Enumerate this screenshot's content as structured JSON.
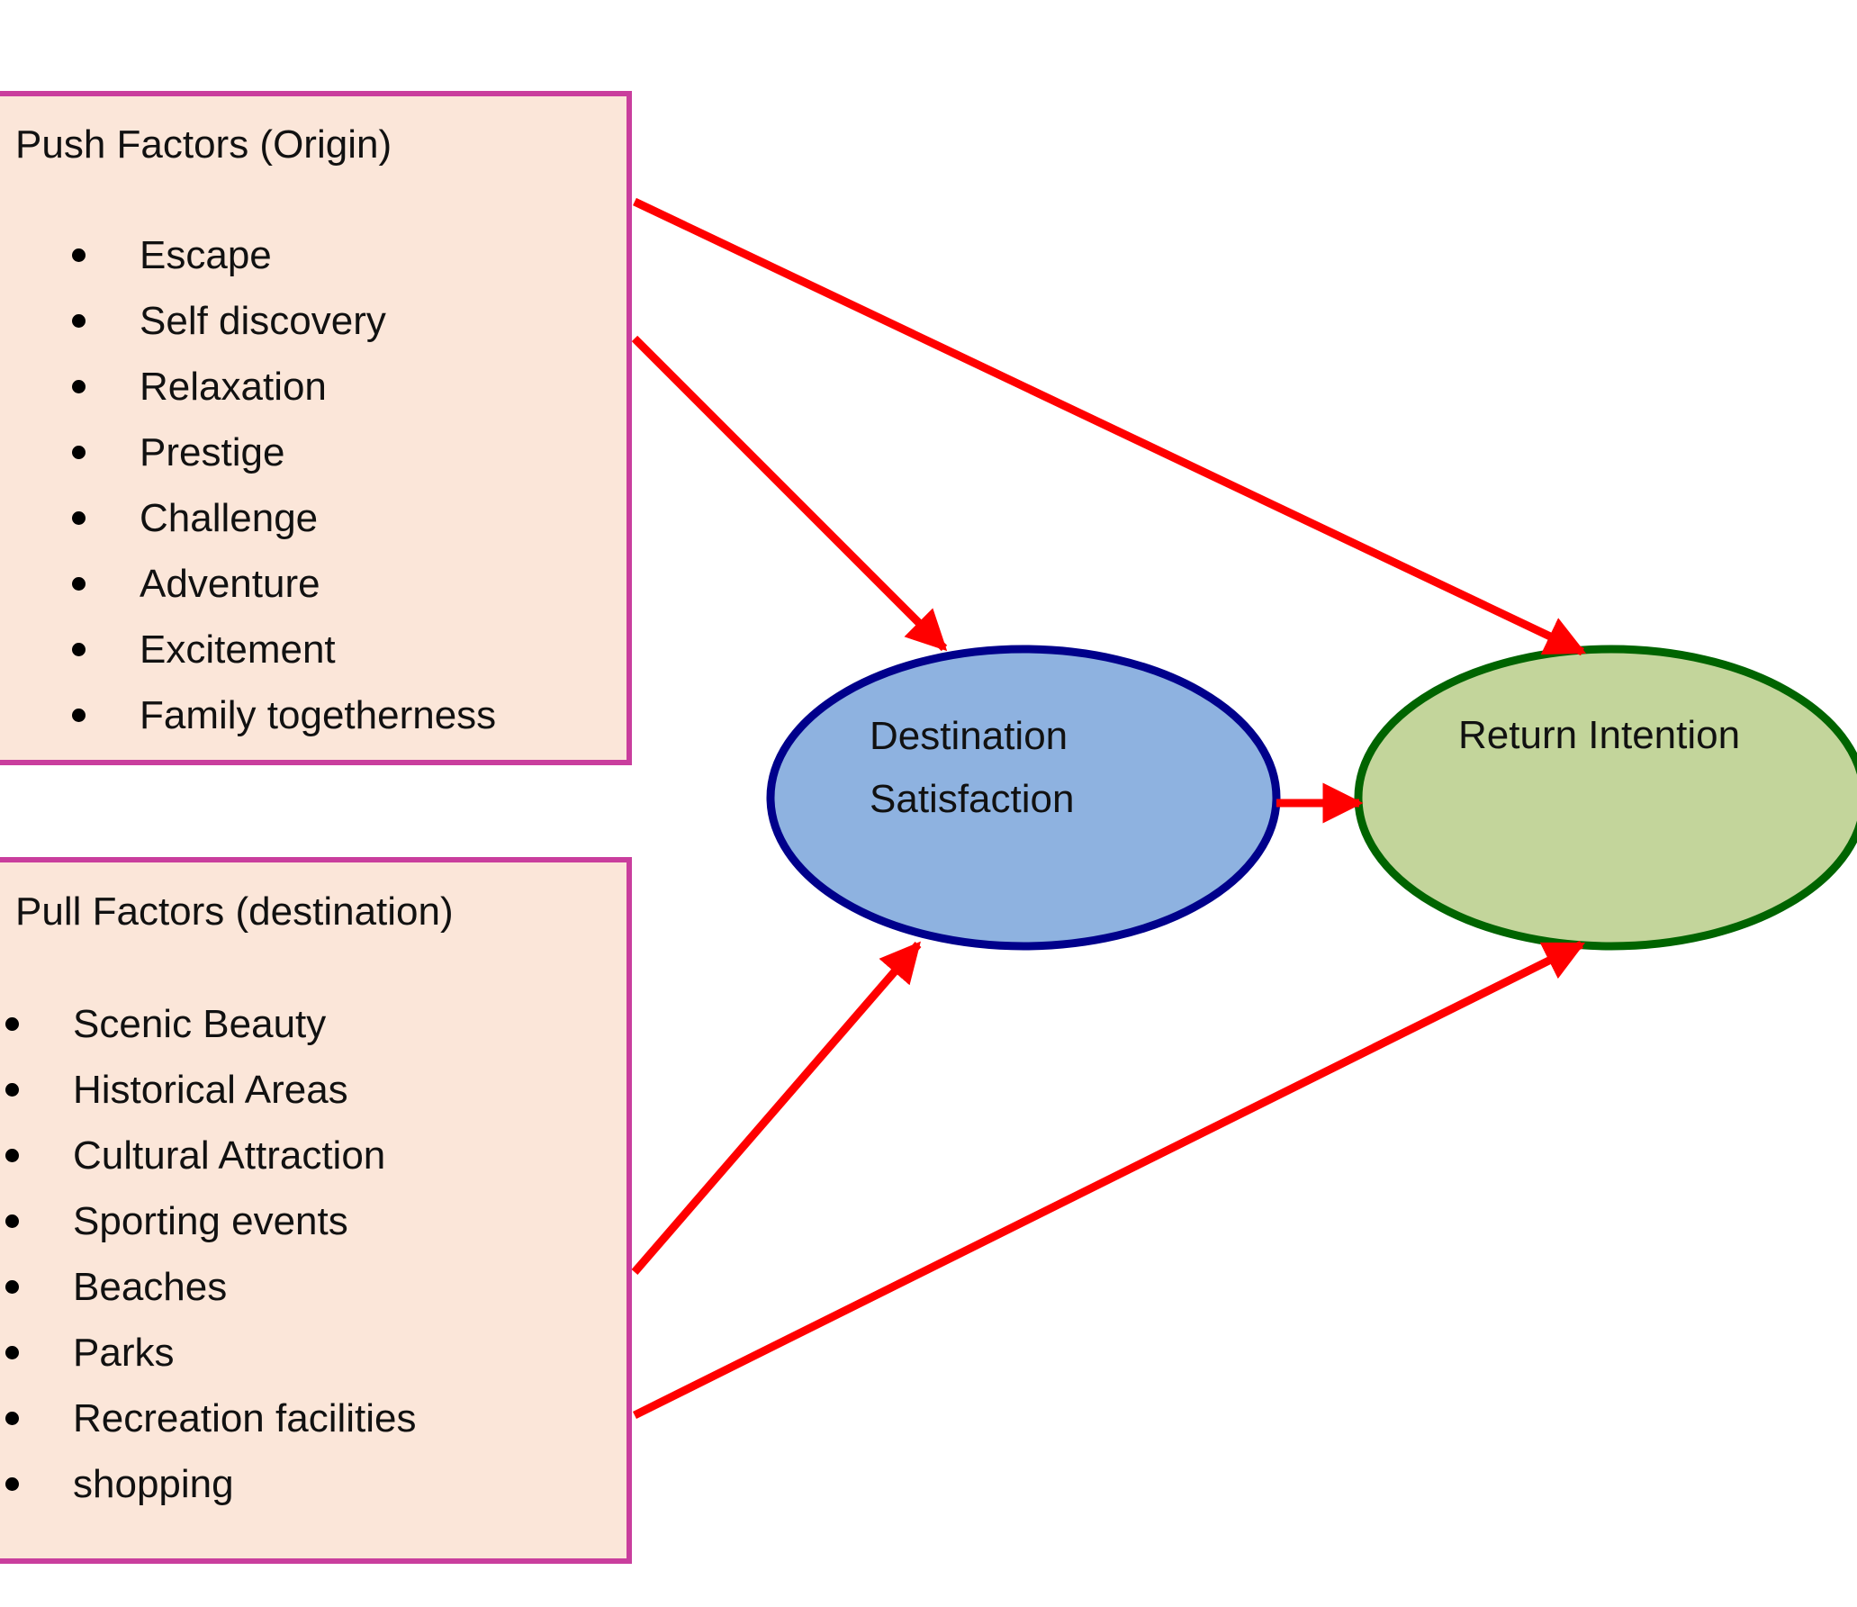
{
  "push_factors": {
    "title": "Push Factors (Origin)",
    "items": [
      "Escape",
      "Self discovery",
      "Relaxation",
      "Prestige",
      "Challenge",
      "Adventure",
      "Excitement",
      "Family togetherness"
    ]
  },
  "pull_factors": {
    "title": "Pull Factors (destination)",
    "items": [
      "Scenic Beauty",
      "Historical Areas",
      "Cultural Attraction",
      "Sporting events",
      "Beaches",
      "Parks",
      "Recreation facilities",
      "shopping"
    ]
  },
  "destination_satisfaction": {
    "line1": "Destination",
    "line2": "Satisfaction"
  },
  "return_intention": {
    "label": "Return Intention"
  },
  "colors": {
    "box_border": "#c93e9d",
    "box_fill": "#fbe6d9",
    "arrow": "#ff0000",
    "satisfaction_fill": "#8eb2e0",
    "satisfaction_border": "#00008b",
    "intention_fill": "#c3d59b",
    "intention_border": "#006400"
  }
}
